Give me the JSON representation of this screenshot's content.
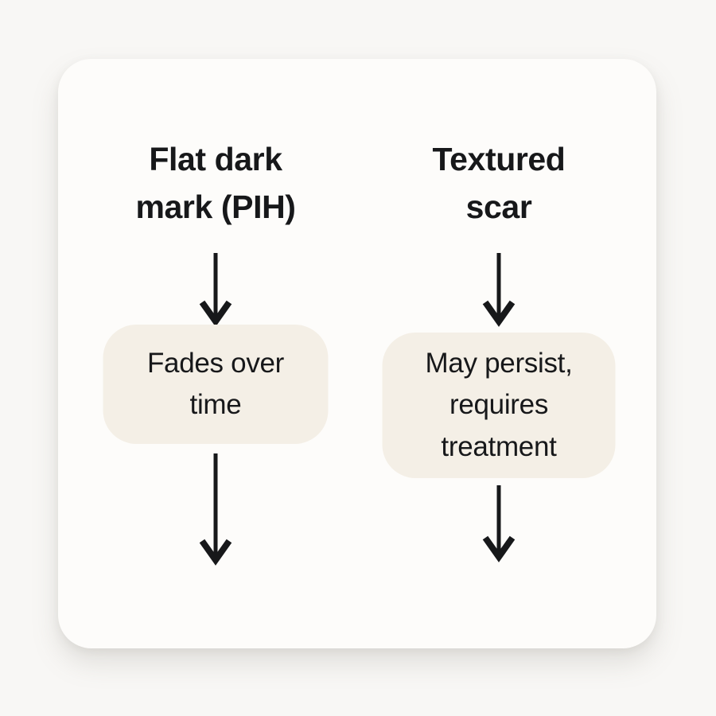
{
  "canvas": {
    "background_color": "#f8f7f5",
    "card_color": "#fdfcfa"
  },
  "diagram_data": {
    "type": "flowchart",
    "orientation": "two-column top-to-bottom",
    "accent_colors": {
      "text": "#17181a",
      "pill_fill": "#f4efe6",
      "arrow": "#17181a",
      "card": "#fdfcfa",
      "page": "#f8f7f5"
    },
    "columns": [
      {
        "id": "pih",
        "heading_lines": [
          "Flat dark",
          "mark (PIH)"
        ],
        "heading_text": "Flat dark mark (PIH)",
        "outcome_lines": [
          "Fades over",
          "time"
        ],
        "outcome_text": "Fades over time",
        "arrows": 2
      },
      {
        "id": "scar",
        "heading_lines": [
          "Textured",
          "scar"
        ],
        "heading_text": "Textured scar",
        "outcome_lines": [
          "May persist,",
          "requires",
          "treatment"
        ],
        "outcome_text": "May persist, requires treatment",
        "arrows": 2
      }
    ]
  },
  "columns": {
    "left": {
      "heading": {
        "line1": "Flat dark",
        "line2": "mark (PIH)"
      },
      "arrow_top": "down-arrow-icon",
      "pill": {
        "line1": "Fades over",
        "line2": "time"
      },
      "arrow_bottom": "down-arrow-icon"
    },
    "right": {
      "heading": {
        "line1": "Textured",
        "line2": "scar"
      },
      "arrow_top": "down-arrow-icon",
      "pill": {
        "line1": "May persist,",
        "line2": "requires",
        "line3": "treatment"
      },
      "arrow_bottom": "down-arrow-icon"
    }
  }
}
